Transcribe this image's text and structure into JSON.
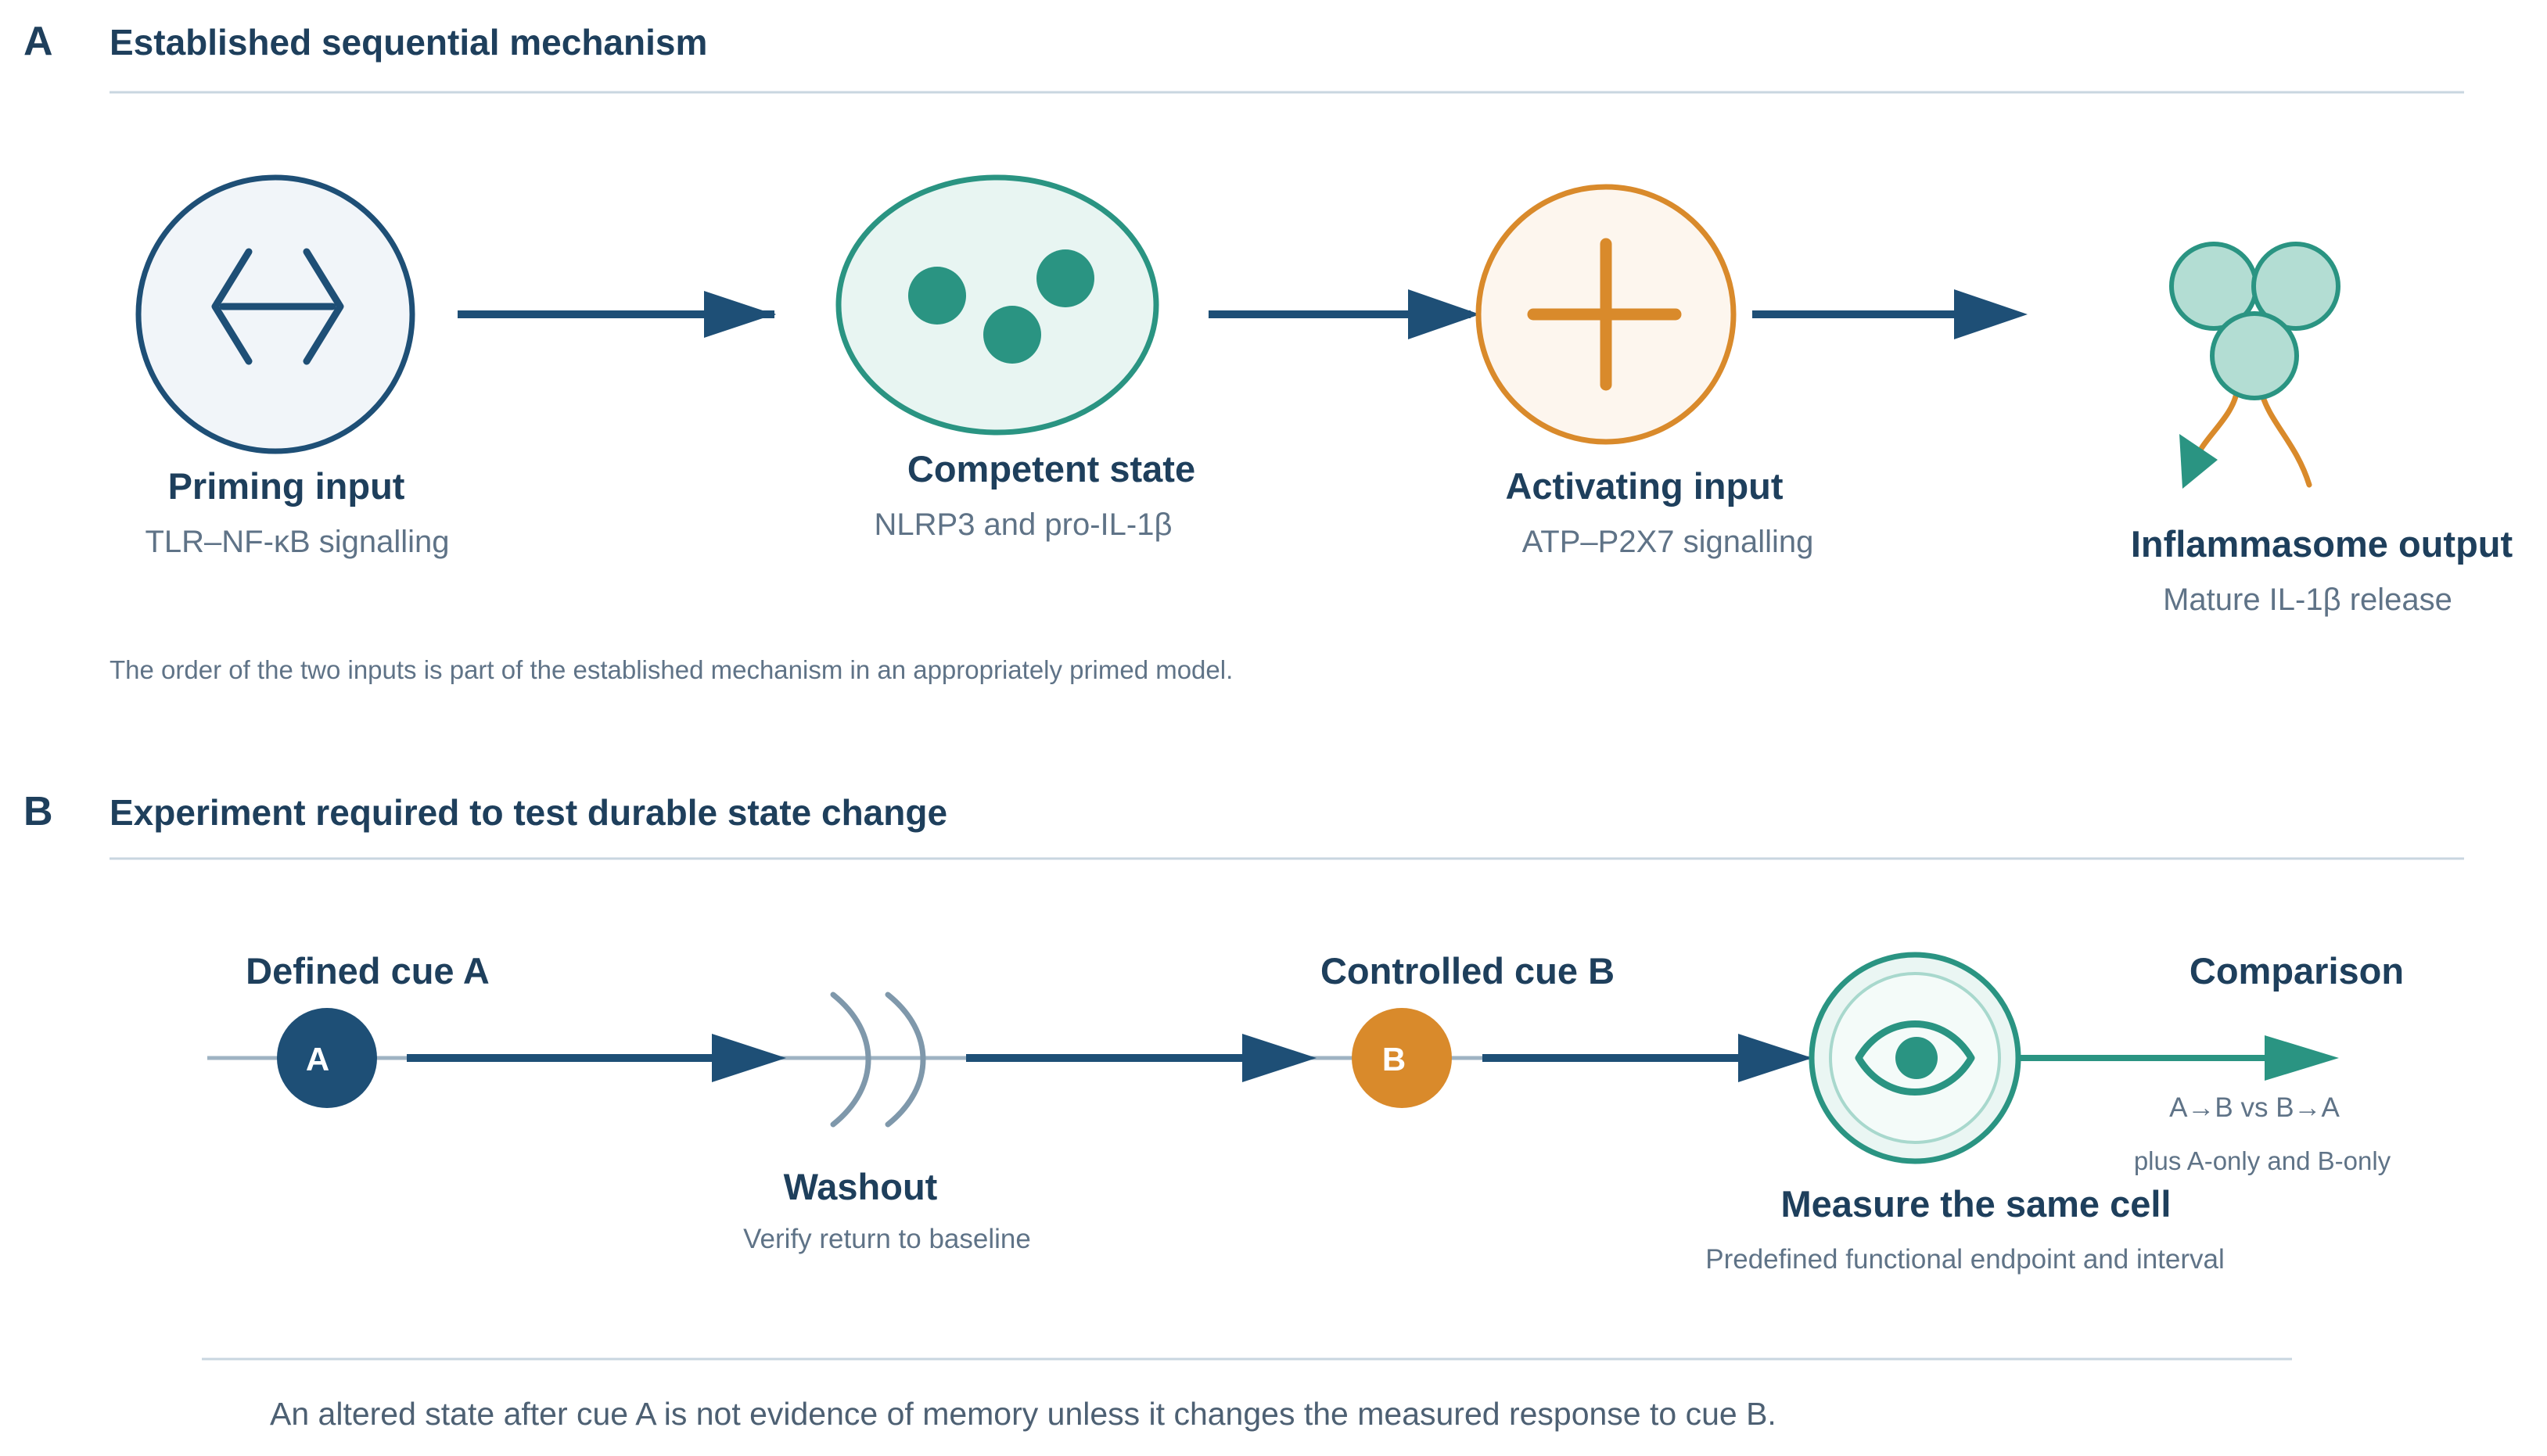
{
  "colors": {
    "navy": "#1e4f76",
    "teal": "#2a9482",
    "teal_fill": "#9fd3c8",
    "orange": "#d98a2b",
    "text_dark": "#1e3f5c",
    "text_muted": "#5f7387",
    "rule": "#c9d6e0"
  },
  "panel_a": {
    "letter": "A",
    "title": "Established sequential mechanism",
    "nodes": [
      {
        "title": "Priming input",
        "subtitle": "TLR–NF-κB signalling",
        "icon": "double-headed-arrow-icon"
      },
      {
        "title": "Competent state",
        "subtitle": "NLRP3 and pro-IL-1β",
        "icon": "cell-with-granules-icon"
      },
      {
        "title": "Activating input",
        "subtitle": "ATP–P2X7 signalling",
        "icon": "plus-icon"
      },
      {
        "title": "Inflammasome output",
        "subtitle": "Mature IL-1β release",
        "icon": "inflammasome-complex-icon"
      }
    ],
    "note": "The order of the two inputs is part of the established mechanism in an appropriately primed model."
  },
  "panel_b": {
    "letter": "B",
    "title": "Experiment required to test durable state change",
    "cue_a": {
      "title": "Defined cue A",
      "badge": "A"
    },
    "washout": {
      "title": "Washout",
      "subtitle": "Verify return to baseline",
      "icon": "washout-waves-icon"
    },
    "cue_b": {
      "title": "Controlled cue B",
      "badge": "B"
    },
    "measure": {
      "title": "Measure the same cell",
      "subtitle": "Predefined functional endpoint and interval",
      "icon": "eye-icon"
    },
    "comparison": {
      "title": "Comparison",
      "line1": "A→B vs B→A",
      "line2": "plus A-only and B-only"
    },
    "conclusion": "An altered state after cue A is not evidence of memory unless it changes the measured response to cue B."
  }
}
